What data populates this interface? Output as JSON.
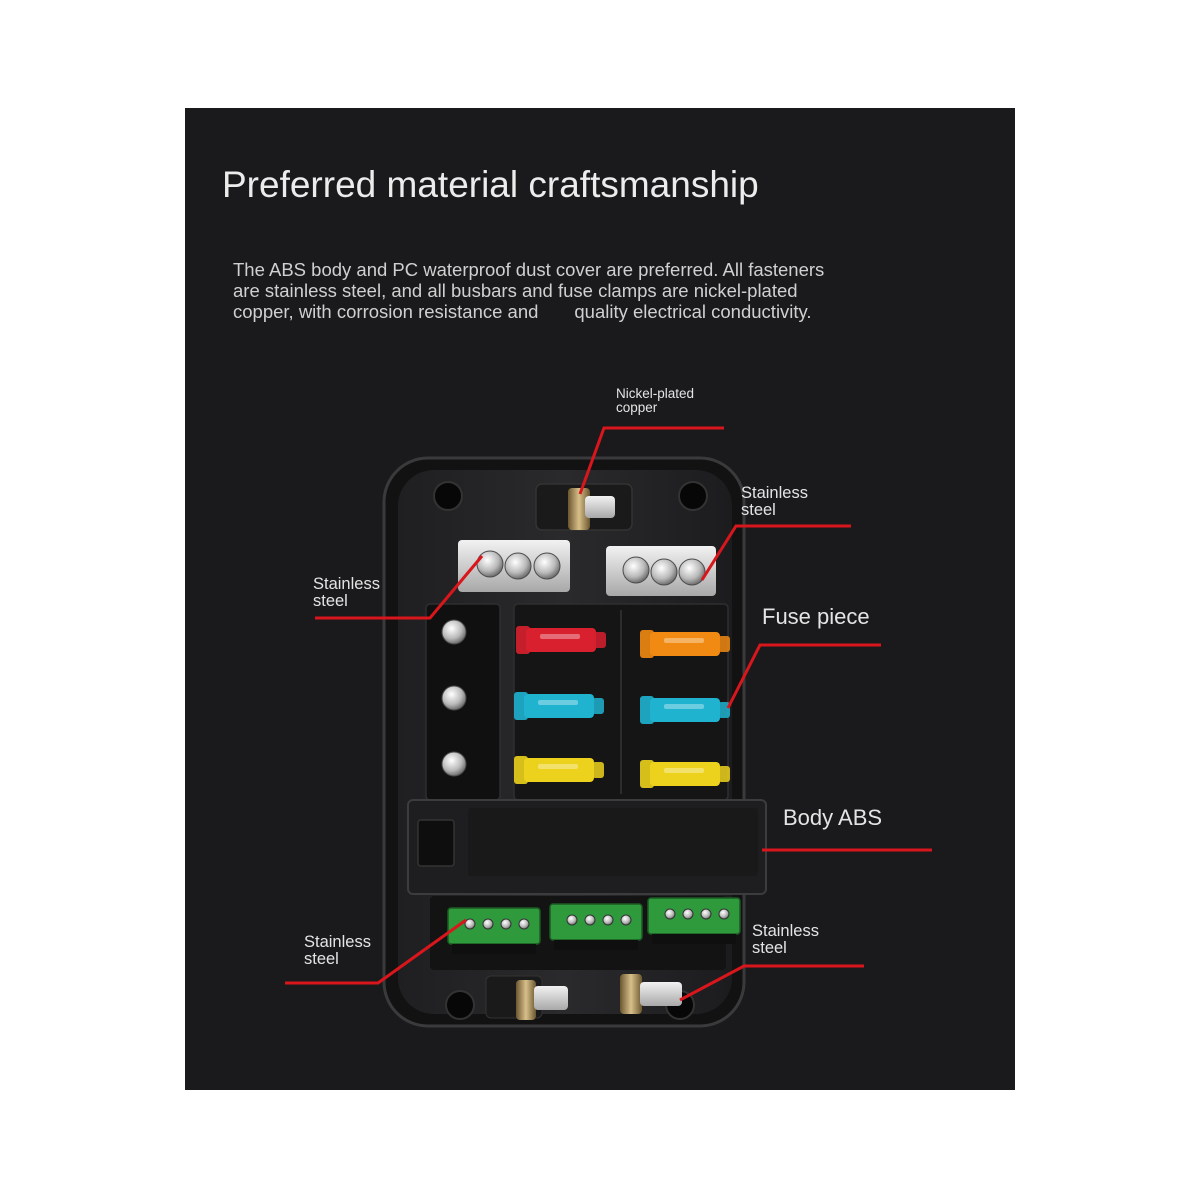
{
  "page": {
    "background": "#ffffff",
    "panel_color": "#1a1a1c",
    "leader_color": "#d8161b"
  },
  "heading": {
    "title": "Preferred material craftsmanship",
    "description_lines": [
      "The ABS body and PC waterproof dust cover are preferred. All fasteners",
      "are stainless steel, and all busbars and fuse clamps are nickel-plated",
      "copper, with corrosion resistance and       quality electrical conductivity."
    ]
  },
  "callouts": {
    "nickel": {
      "lines": [
        "Nickel-plated",
        "copper"
      ]
    },
    "steel_top_right": {
      "lines": [
        "Stainless",
        "steel"
      ]
    },
    "steel_left": {
      "lines": [
        "Stainless",
        "steel"
      ]
    },
    "fuse": {
      "lines": [
        "Fuse piece"
      ]
    },
    "body": {
      "lines": [
        "Body ABS"
      ]
    },
    "steel_bottom_left": {
      "lines": [
        "Stainless",
        "steel"
      ]
    },
    "steel_bottom_right": {
      "lines": [
        "Stainless",
        "steel"
      ]
    }
  },
  "fuses": {
    "colors": [
      "#d8202e",
      "#f08a12",
      "#1fb3d0",
      "#1fb3d0",
      "#ecd21c",
      "#ecd21c"
    ]
  },
  "terminals": {
    "color": "#2f9a3c"
  }
}
